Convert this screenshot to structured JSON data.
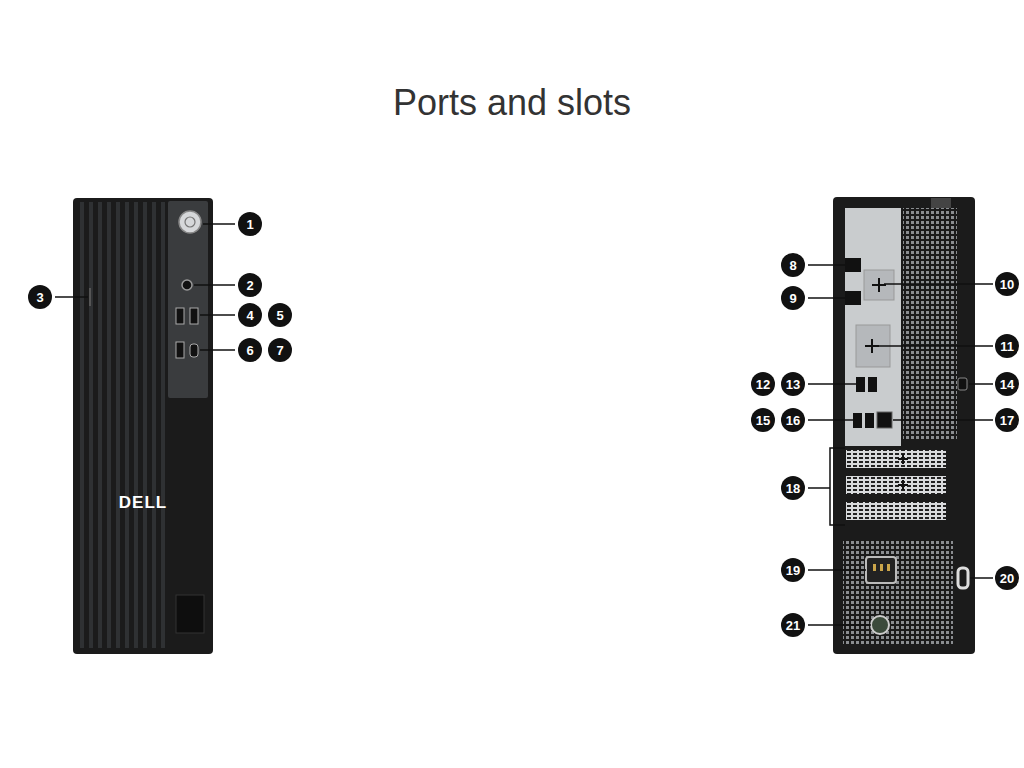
{
  "diagram": {
    "title": "Ports and slots",
    "labels": [
      "1",
      "2",
      "3",
      "4",
      "5",
      "6",
      "7",
      "DELL",
      "8",
      "9",
      "10",
      "11",
      "12",
      "13",
      "14",
      "15",
      "16",
      "17",
      "18",
      "19",
      "20",
      "21"
    ]
  }
}
